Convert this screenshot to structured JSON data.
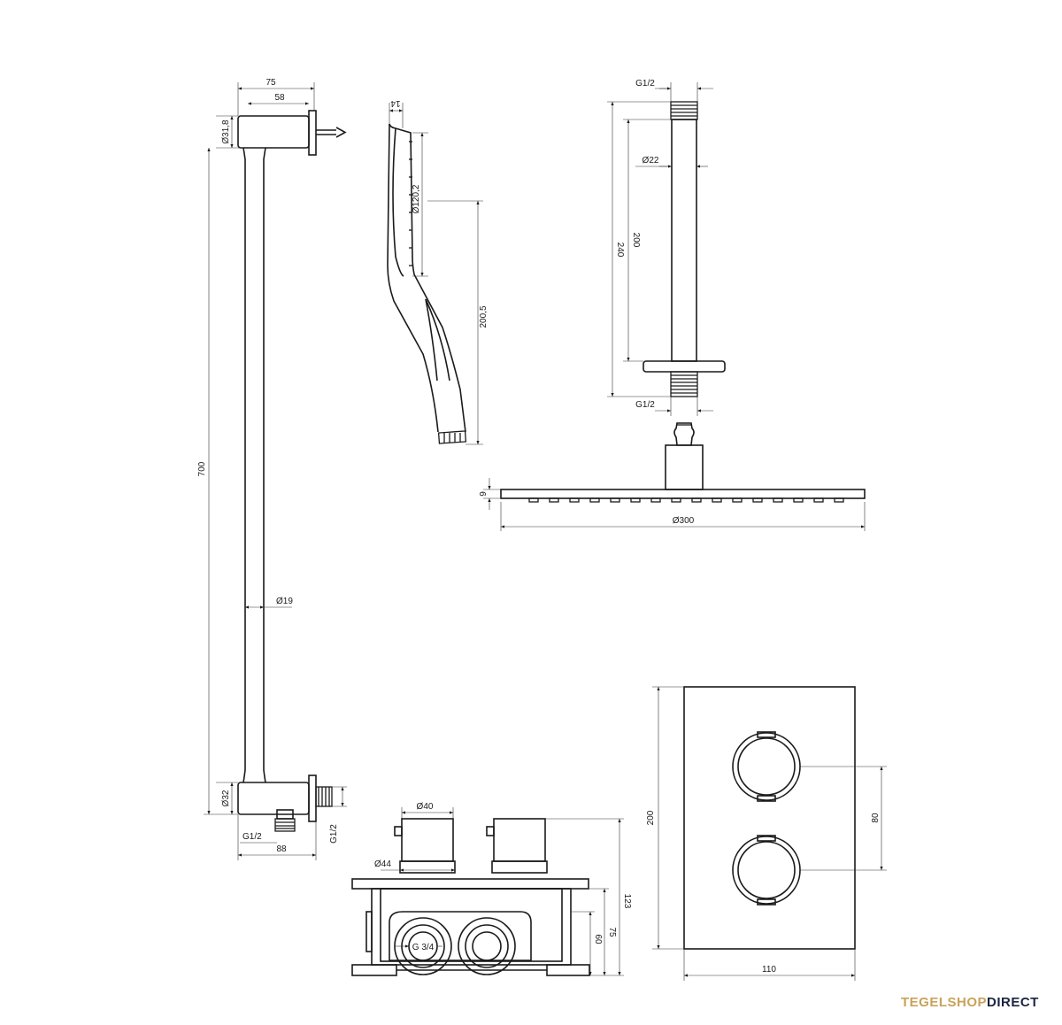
{
  "brand": {
    "part1": "TEGELSHOP",
    "part2": "DIRECT",
    "accent": "#c9a25a",
    "dark": "#1b2540"
  },
  "slide_rail": {
    "width_total": "75",
    "width_inner": "58",
    "diam_top": "Ø31,8",
    "length": "700",
    "rod_diam": "Ø19",
    "diam_bottom": "Ø32",
    "thread": "G1/2",
    "outlet_width": "88",
    "thread_side": "G1/2"
  },
  "hand_shower": {
    "depth": "14",
    "head_diam": "Ø120,2",
    "length": "200,5"
  },
  "ceiling_arm": {
    "thread_top": "G1/2",
    "diam": "Ø22",
    "len_inner": "200",
    "len_total": "240",
    "thread_bottom": "G1/2"
  },
  "rain_head": {
    "thickness": "9",
    "diam": "Ø300"
  },
  "box": {
    "knob_diam": "Ø40",
    "spindle_diam": "Ø44",
    "connection": "G 3/4",
    "h_total": "123",
    "h_mid": "75",
    "h_low": "60"
  },
  "panel": {
    "height": "200",
    "width": "110",
    "knob_spacing": "80"
  }
}
